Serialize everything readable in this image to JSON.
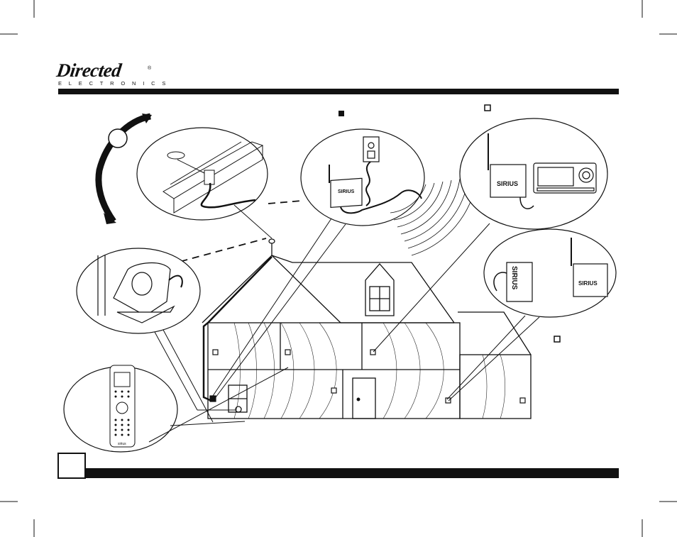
{
  "brand": {
    "name": "Directed",
    "registered_mark": "®",
    "subtitle": "ELECTRONICS",
    "colors": {
      "ink": "#111111",
      "paper": "#ffffff"
    }
  },
  "page": {
    "number": ""
  },
  "diagram": {
    "description_labels": {
      "dock_brand": "SIRIUS",
      "tuner_brand": "SIRIUS",
      "receiver_brand": "SIRIUS",
      "remote_brand": "sirius"
    },
    "icons": [
      "rotation-arrow-icon",
      "roof-antenna-icon",
      "window-antenna-icon",
      "tuner-module-icon",
      "power-outlet-icon",
      "sirius-receiver-icon",
      "sirius-radio-display-icon",
      "sirius-dock-icon",
      "remote-control-icon",
      "house-icon",
      "room-marker-icon"
    ]
  }
}
